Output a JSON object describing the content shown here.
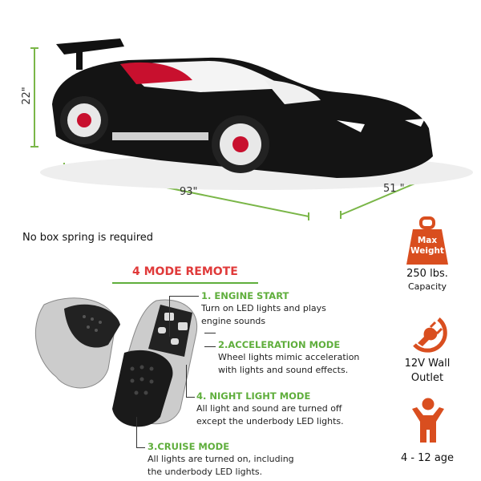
{
  "dimensions": {
    "height": "22\"",
    "length": "93\"",
    "width": "51 \""
  },
  "note": "No box spring is required",
  "remote": {
    "title": "4 MODE REMOTE",
    "modes": [
      {
        "title": "1. ENGINE START",
        "desc1": "Turn on LED lights and plays",
        "desc2": "engine sounds"
      },
      {
        "title": "2.ACCELERATION MODE",
        "desc1": "Wheel lights mimic acceleration",
        "desc2": "with lights and sound effects."
      },
      {
        "title": "4. NIGHT LIGHT MODE",
        "desc1": "All light and sound are turned off",
        "desc2": "except the underbody LED lights."
      },
      {
        "title": "3.CRUISE MODE",
        "desc1": "All lights are turned on, including",
        "desc2": "the underbody LED lights."
      }
    ]
  },
  "features": {
    "weight": {
      "badge1": "Max",
      "badge2": "Weight",
      "value": "250 lbs.",
      "label": "Capacity"
    },
    "power": {
      "line1": "12V Wall",
      "line2": "Outlet"
    },
    "age": {
      "label": "4 - 12 age"
    }
  },
  "colors": {
    "accent_orange": "#d94e1f",
    "green": "#5fae3c",
    "red": "#e03a3a"
  }
}
